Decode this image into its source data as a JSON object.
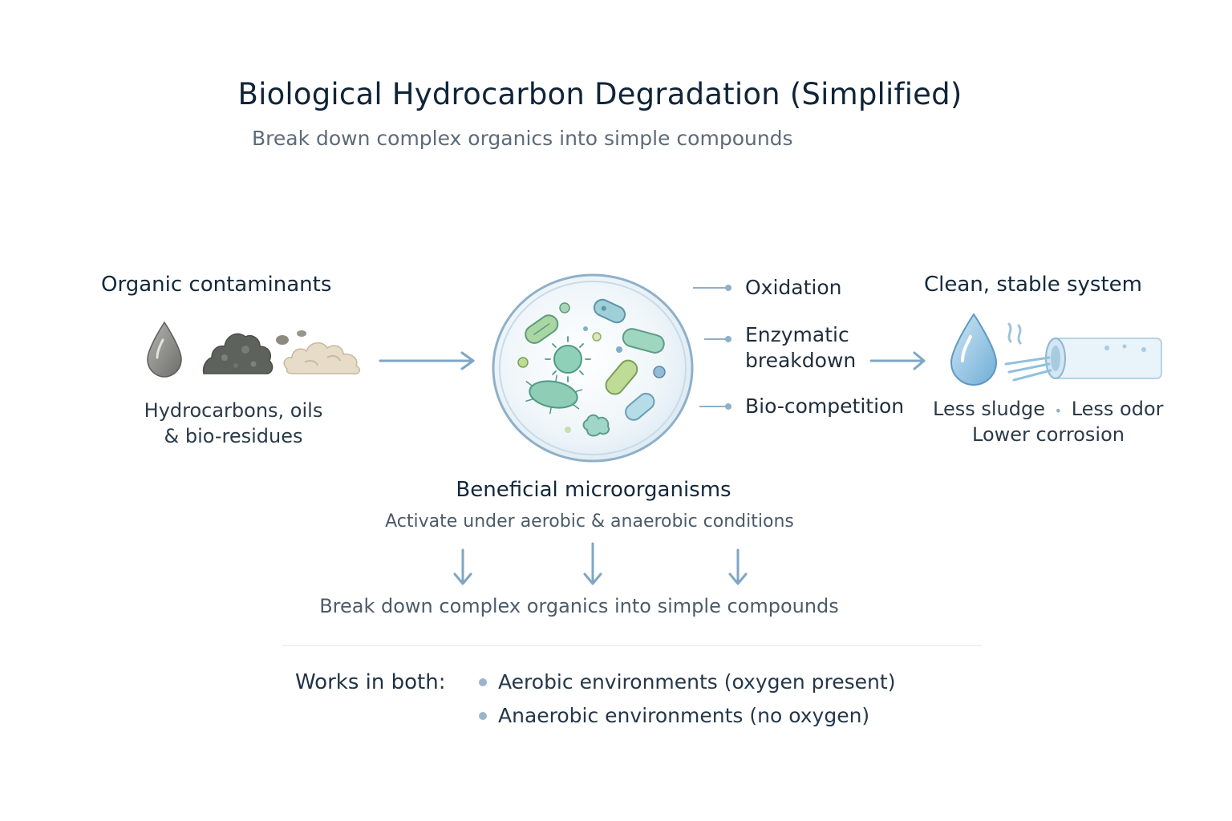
{
  "title": "Biological Hydrocarbon Degradation (Simplified)",
  "subtitle": "Break down complex organics into simple compounds",
  "input": {
    "heading": "Organic contaminants",
    "description_line1": "Hydrocarbons, oils",
    "description_line2": "& bio-residues"
  },
  "core": {
    "heading": "Beneficial microorganisms",
    "caption": "Activate under aerobic & anaerobic conditions",
    "result": "Break down complex organics into simple compounds"
  },
  "mechanisms": [
    {
      "line1": "Oxidation",
      "line2": ""
    },
    {
      "line1": "Enzymatic",
      "line2": "breakdown"
    },
    {
      "line1": "Bio-competition",
      "line2": ""
    }
  ],
  "output": {
    "heading": "Clean, stable system",
    "benefit_1": "Less sludge",
    "separator": "•",
    "benefit_2": "Less odor",
    "benefit_3": "Lower corrosion"
  },
  "environments": {
    "label": "Works in both:",
    "items": [
      "Aerobic environments (oxygen present)",
      "Anaerobic environments (no oxygen)"
    ]
  },
  "colors": {
    "arrow": "#7fa6c4",
    "microbe_green": "#8fc7a6",
    "microbe_blue": "#9ec4d9",
    "dish_ring": "#8fb0c8",
    "water": "#8fc1e0"
  },
  "icons": [
    "oil-drop-icon",
    "sludge-icon",
    "residue-icon",
    "petri-dish-icon",
    "water-drop-icon",
    "pipe-icon"
  ]
}
